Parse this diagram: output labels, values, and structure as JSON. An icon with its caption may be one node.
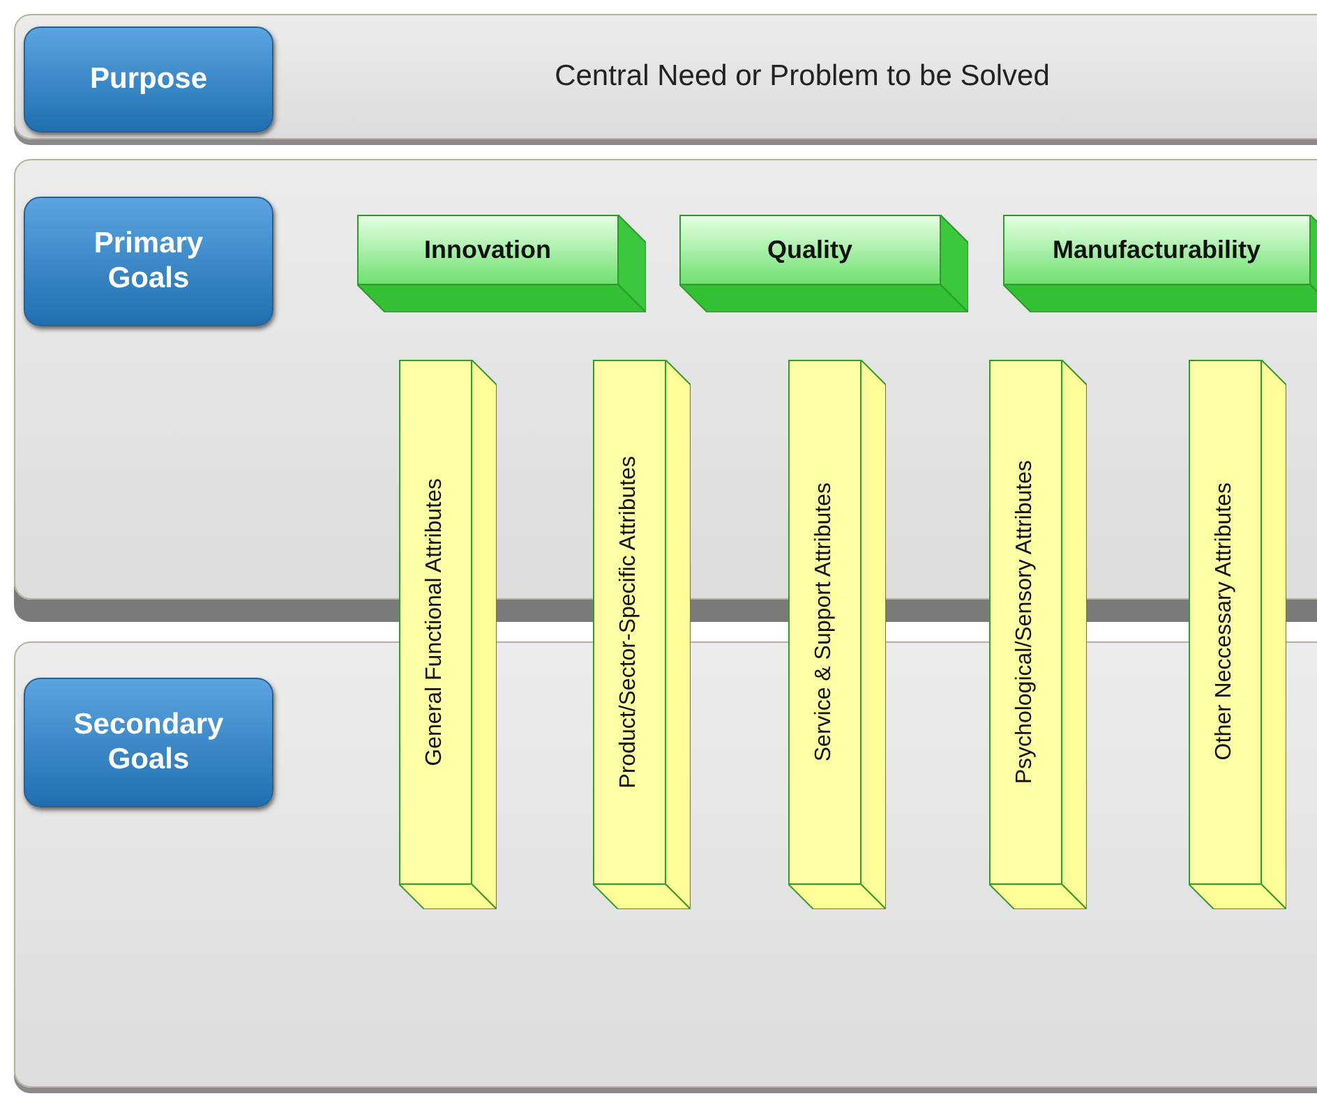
{
  "diagram": {
    "nodes": [
      {
        "text": [
          "Central Need or Problem to be Solved"
        ]
      },
      {
        "text": [
          "Purpose"
        ],
        "in": 0
      },
      {
        "text": [],
        "shape": "box"
      },
      {
        "text": [
          "Primary Goals"
        ],
        "in": 2
      },
      {
        "text": [
          "Innovation"
        ],
        "in": 2
      },
      {
        "text": [
          "Quality"
        ],
        "in": 2
      },
      {
        "text": [
          "Manufacturability"
        ],
        "in": 2
      },
      {
        "text": [],
        "shape": "box"
      },
      {
        "text": [
          "Secondary Goals"
        ],
        "in": 7
      },
      {
        "text": [
          "General Functional Attributes"
        ]
      },
      {
        "text": [
          "Product/Sector-Specific Attributes"
        ]
      },
      {
        "text": [
          "Service & Support Attributes"
        ]
      },
      {
        "text": [
          "Psychological/Sensory Attributes"
        ]
      },
      {
        "text": [
          "Other Neccessary Attributes"
        ]
      }
    ]
  }
}
